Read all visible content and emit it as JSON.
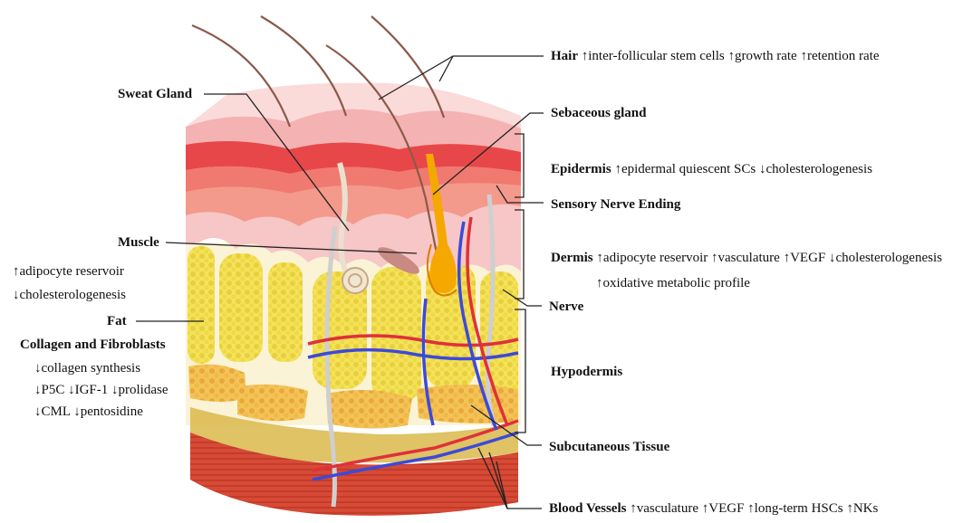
{
  "labels": {
    "hair": {
      "name": "Hair",
      "desc": "↑inter-follicular stem cells  ↑growth rate  ↑retention rate"
    },
    "sebaceous": {
      "name": "Sebaceous gland"
    },
    "epidermis": {
      "name": "Epidermis",
      "desc": "↑epidermal quiescent SCs ↓cholesterologenesis"
    },
    "sensory": {
      "name": "Sensory Nerve Ending"
    },
    "dermis": {
      "name": "Dermis",
      "desc": "↑adipocyte reservoir ↑vasculature ↑VEGF ↓cholesterologenesis",
      "desc2": "↑oxidative metabolic profile"
    },
    "nerve": {
      "name": "Nerve"
    },
    "hypodermis": {
      "name": "Hypodermis"
    },
    "subcutaneous": {
      "name": "Subcutaneous Tissue"
    },
    "blood": {
      "name": "Blood Vessels",
      "desc": "↑vasculature ↑VEGF ↑long-term HSCs ↑NKs"
    },
    "sweat": {
      "name": "Sweat Gland"
    },
    "muscle": {
      "name": "Muscle"
    },
    "fat": {
      "name": "Fat",
      "note1": "↑adipocyte reservoir",
      "note2": "↓cholesterologenesis"
    },
    "collagen": {
      "name": "Collagen and Fibroblasts",
      "note1": "↓collagen synthesis",
      "note2": "↓P5C ↓IGF-1 ↓prolidase",
      "note3": "↓CML ↓pentosidine"
    }
  },
  "colors": {
    "epidermis_top": "#f6b7b7",
    "epidermis_band": "#e8494c",
    "dermis": "#f7c3c3",
    "fat": "#f1dc4a",
    "fat_dark": "#e9c93a",
    "subcutaneous": "#f0b84a",
    "muscle_base": "#d9442f",
    "artery": "#e0303a",
    "vein": "#3c4ad8",
    "hair": "#8b5a4a",
    "gland": "#f5a800"
  }
}
